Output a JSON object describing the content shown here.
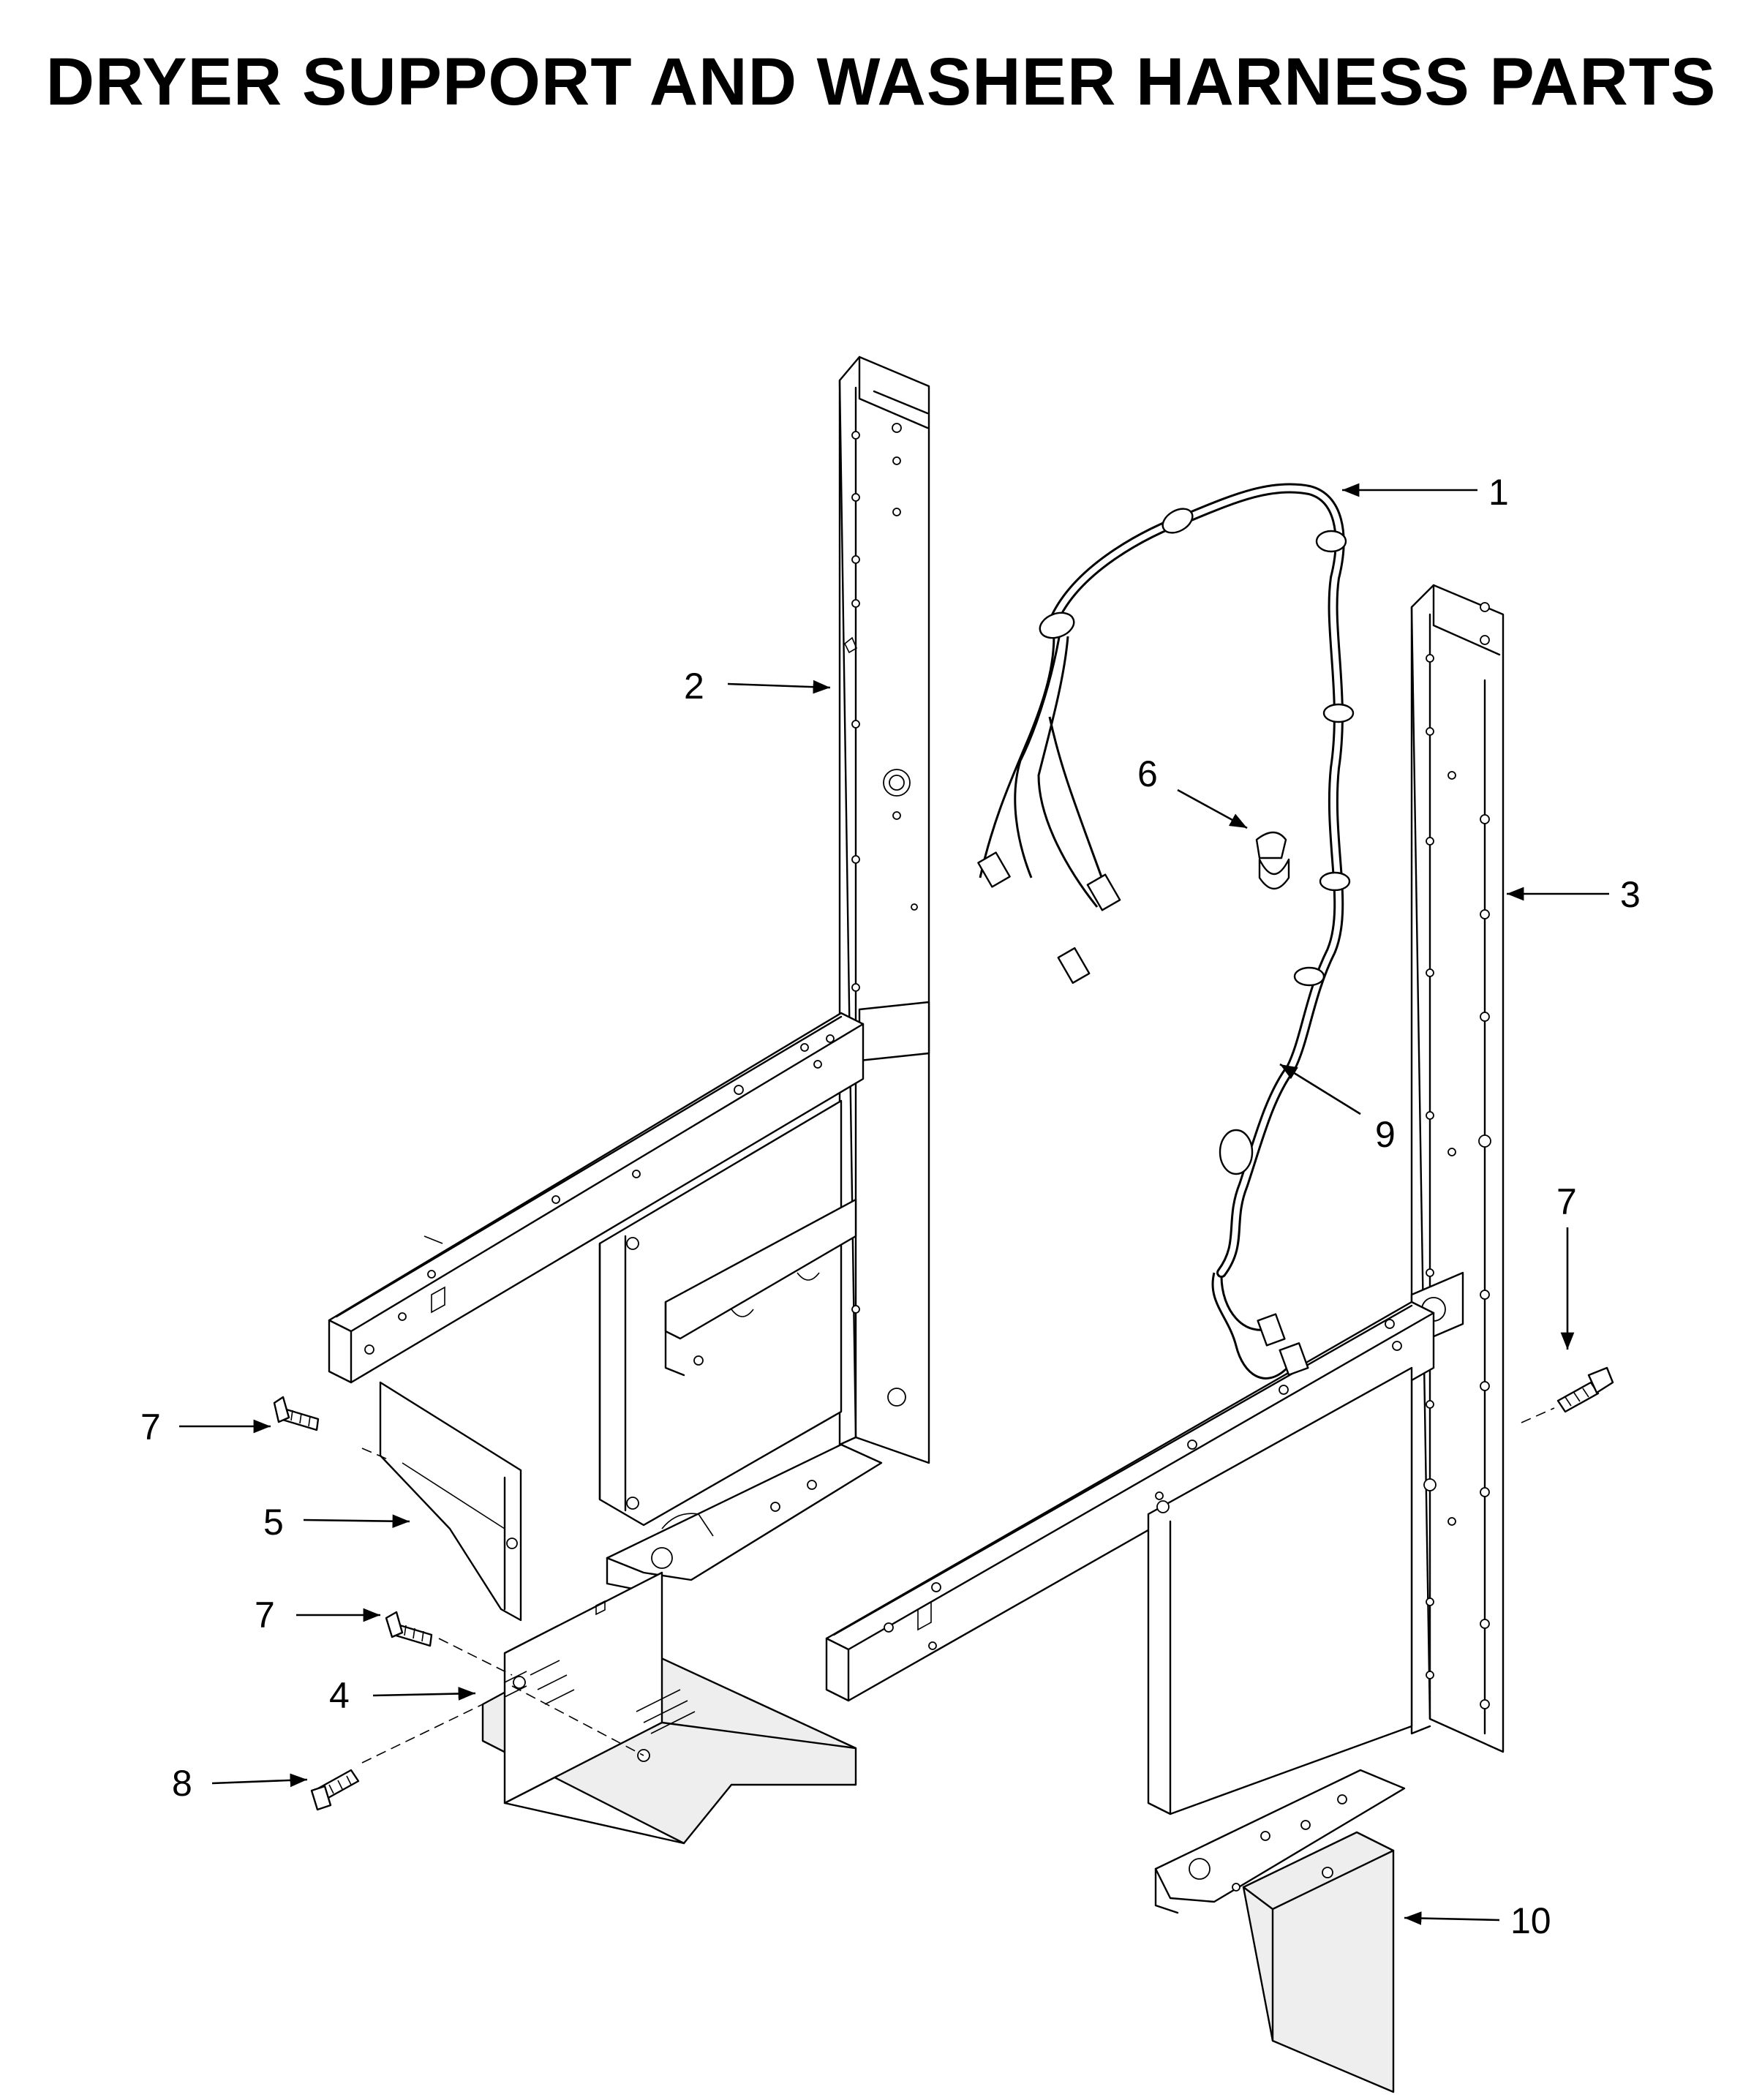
{
  "title": "DRYER SUPPORT AND WASHER HARNESS PARTS",
  "callouts": [
    {
      "id": "c1",
      "label": "1"
    },
    {
      "id": "c2",
      "label": "2"
    },
    {
      "id": "c3",
      "label": "3"
    },
    {
      "id": "c4",
      "label": "4"
    },
    {
      "id": "c5",
      "label": "5"
    },
    {
      "id": "c6",
      "label": "6"
    },
    {
      "id": "c7a",
      "label": "7"
    },
    {
      "id": "c7b",
      "label": "7"
    },
    {
      "id": "c7c",
      "label": "7"
    },
    {
      "id": "c8",
      "label": "8"
    },
    {
      "id": "c9",
      "label": "9"
    },
    {
      "id": "c10",
      "label": "10"
    }
  ],
  "colors": {
    "line": "#000000",
    "background": "#ffffff"
  }
}
